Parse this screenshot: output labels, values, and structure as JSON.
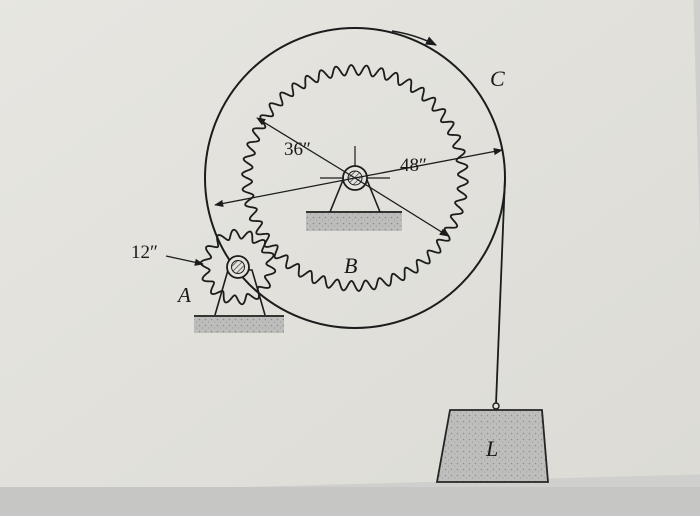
{
  "figure": {
    "labels": {
      "gear_a": "A",
      "gear_b": "B",
      "cable": "C",
      "load": "L",
      "radius_a": "12″",
      "radius_b_inner": "36″",
      "radius_b_outer": "48″"
    }
  }
}
